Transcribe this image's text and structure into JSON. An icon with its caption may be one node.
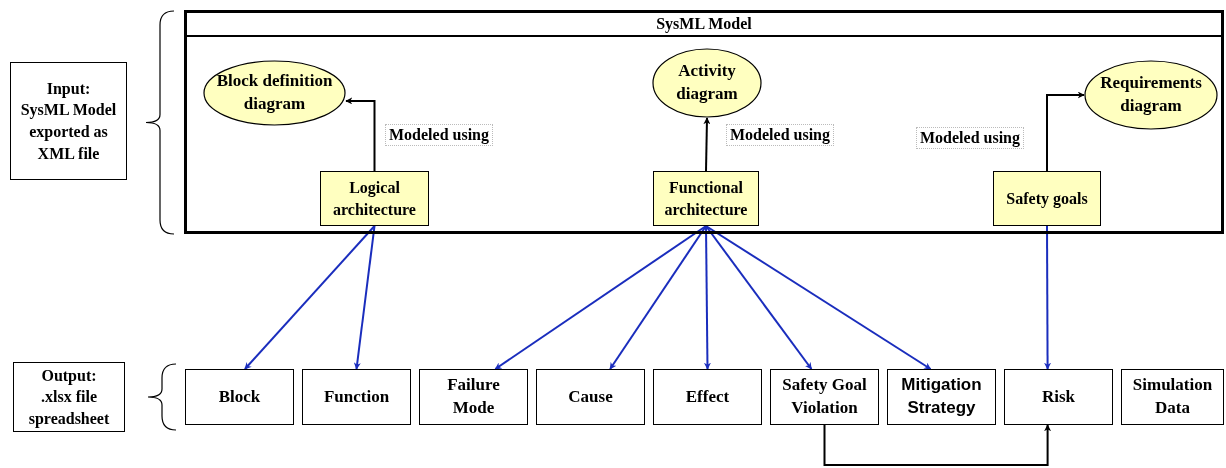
{
  "diagram": {
    "nodes": [
      {
        "text": [
          "Input:",
          "SysML Model exported as XML file"
        ]
      },
      {
        "text": [
          "SysML Model"
        ]
      },
      {
        "text": [
          "Block definition diagram"
        ],
        "in": 1
      },
      {
        "text": [
          "Activity diagram"
        ],
        "in": 1
      },
      {
        "text": [
          "Requirements diagram"
        ],
        "in": 1
      },
      {
        "text": [
          "Logical architecture"
        ],
        "in": 1
      },
      {
        "text": [
          "Functional architecture"
        ],
        "in": 1
      },
      {
        "text": [
          "Safety goals"
        ],
        "in": 1
      },
      {
        "text": [
          "Output:",
          ".xlsx file spreadsheet"
        ]
      },
      {
        "text": [
          "Block"
        ]
      },
      {
        "text": [
          "Function"
        ]
      },
      {
        "text": [
          "Failure Mode"
        ]
      },
      {
        "text": [
          "Cause"
        ]
      },
      {
        "text": [
          "Effect"
        ]
      },
      {
        "text": [
          "Safety Goal Violation"
        ]
      },
      {
        "text": [
          "Mitigation Strategy"
        ]
      },
      {
        "text": [
          "Risk"
        ]
      },
      {
        "text": [
          "Simulation Data"
        ]
      }
    ],
    "edges": [
      {
        "from": 5,
        "to": 2,
        "arrow": "to",
        "label": "Modeled using",
        "color": "#000000"
      },
      {
        "from": 6,
        "to": 3,
        "arrow": "to",
        "label": "Modeled using",
        "color": "#000000"
      },
      {
        "from": 7,
        "to": 4,
        "arrow": "to",
        "label": "Modeled using",
        "color": "#000000"
      },
      {
        "from": 5,
        "to": 9,
        "arrow": "to"
      },
      {
        "from": 5,
        "to": 10,
        "arrow": "to"
      },
      {
        "from": 6,
        "to": 11,
        "arrow": "to"
      },
      {
        "from": 6,
        "to": 12,
        "arrow": "to"
      },
      {
        "from": 6,
        "to": 13,
        "arrow": "to"
      },
      {
        "from": 6,
        "to": 14,
        "arrow": "to"
      },
      {
        "from": 6,
        "to": 15,
        "arrow": "to"
      },
      {
        "from": 7,
        "to": 16,
        "arrow": "to"
      },
      {
        "from": 14,
        "to": 16,
        "arrow": "to",
        "color": "#000000"
      }
    ]
  }
}
